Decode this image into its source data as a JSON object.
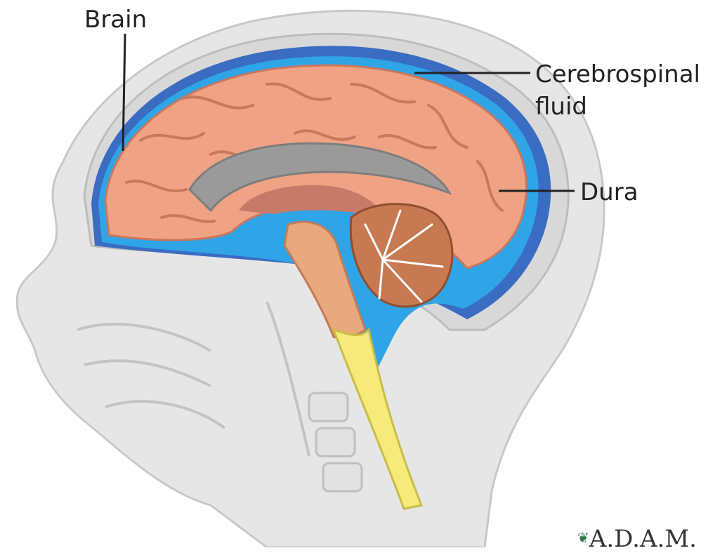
{
  "labels": {
    "brain": "Brain",
    "csf_line1": "Cerebrospinal",
    "csf_line2": "fluid",
    "dura": "Dura"
  },
  "logo": {
    "text": "A.D.A.M."
  },
  "colors": {
    "brain_tissue": "#f0a384",
    "csf_blue": "#2fa4e7",
    "dura_blue": "#3a6cc2",
    "bone_gray": "#dcdcdc",
    "spinal_cord": "#f5ea7a"
  }
}
